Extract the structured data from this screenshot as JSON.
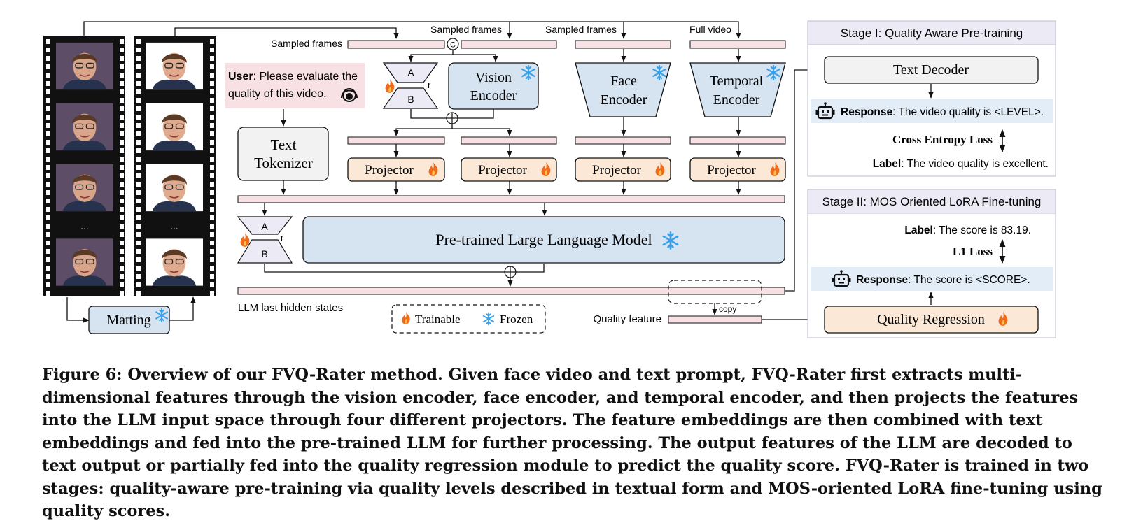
{
  "labels": {
    "sampled_frames": "Sampled frames",
    "full_video": "Full video",
    "concat_symbol": "C",
    "user_bold": "User",
    "user_text_1": ": Please evaluate the",
    "user_text_2": "quality of this video.",
    "lora_a": "A",
    "lora_b": "B",
    "lora_r": "r",
    "vision_encoder": [
      "Vision",
      "Encoder"
    ],
    "face_encoder": [
      "Face",
      "Encoder"
    ],
    "temporal_encoder": [
      "Temporal",
      "Encoder"
    ],
    "text_tokenizer": [
      "Text",
      "Tokenizer"
    ],
    "projector": "Projector",
    "llm": "Pre-trained Large Language Model",
    "llm_hidden": "LLM last hidden states",
    "trainable": "Trainable",
    "frozen": "Frozen",
    "quality_feature": "Quality feature",
    "copy": "copy",
    "matting": "Matting",
    "ellipsis": "..."
  },
  "stage1": {
    "title": "Stage I:  Quality Aware Pre-training",
    "text_decoder": "Text Decoder",
    "response_bold": "Response",
    "response_text": ": The video quality is <LEVEL>.",
    "loss": "Cross Entropy Loss",
    "label_bold": "Label",
    "label_text": ": The video quality is excellent."
  },
  "stage2": {
    "title": "Stage II:  MOS Oriented LoRA Fine-tuning",
    "label_bold": "Label",
    "label_text": ": The score is 83.19.",
    "loss": "L1 Loss",
    "response_bold": "Response",
    "response_text": ": The score is <SCORE>.",
    "regression": "Quality Regression"
  },
  "caption": "Figure 6: Overview of our FVQ-Rater method. Given face video and text prompt, FVQ-Rater first extracts multi-dimensional features through the vision encoder, face encoder, and temporal encoder, and then projects the features into the LLM input space through four different projectors. The feature embeddings are then combined with text embeddings and fed into the pre-trained LLM for further processing. The output features of the LLM are decoded to text output or partially fed into the quality regression module to predict the quality score. FVQ-Rater is trained in two stages: quality-aware pre-training via quality levels described in textual form and MOS-oriented LoRA fine-tuning using quality scores.",
  "colors": {
    "pink": "#f7e1e4",
    "blue": "#d6e4f2",
    "orange": "#fbe8d6",
    "gray": "#f2f2f2",
    "stage_header": "#ecebf5",
    "response_bg": "#e3edf8",
    "snowflake": "#3aa0e8",
    "flame": "#f06a1c"
  }
}
